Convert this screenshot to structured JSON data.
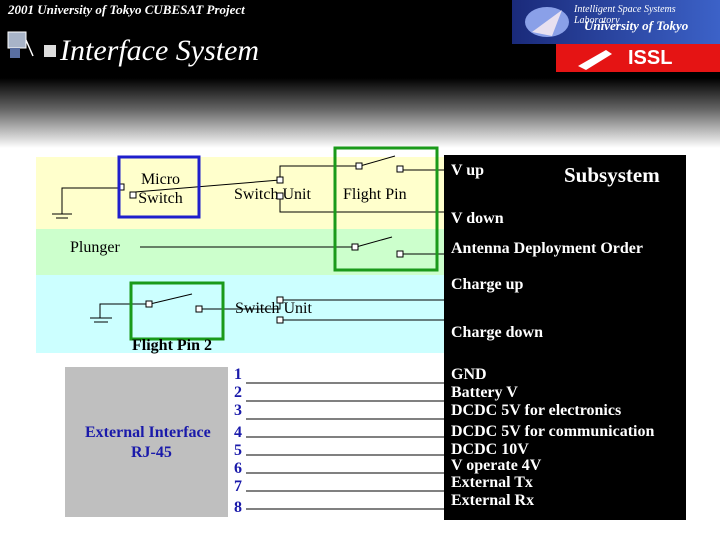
{
  "header": {
    "project": "2001 University of Tokyo CUBESAT Project",
    "title": "Interface System",
    "lab_name": "Intelligent Space Systems Laboratory",
    "university": "University of Tokyo",
    "lab_logo": "ISSL"
  },
  "diagram": {
    "left": {
      "micro_switch": "Micro Switch",
      "switch_unit_1": "Switch Unit",
      "flight_pin": "Flight Pin",
      "plunger": "Plunger",
      "switch_unit_2": "Switch Unit",
      "flight_pin_2": "Flight Pin 2",
      "external_interface": "External Interface",
      "rj45": "RJ-45",
      "pins": [
        "1",
        "2",
        "3",
        "4",
        "5",
        "6",
        "7",
        "8"
      ]
    },
    "right": {
      "subsystem": "Subsystem",
      "v_up": "V up",
      "v_down": "V down",
      "antenna": "Antenna Deployment Order",
      "charge_up": "Charge up",
      "charge_down": "Charge down",
      "signals": [
        "GND",
        "Battery V",
        "DCDC 5V for electronics",
        "DCDC 5V for communication",
        "DCDC 10V",
        "V operate 4V",
        "External Tx",
        "External Rx"
      ]
    },
    "colors": {
      "band_yellow": "#ffffcc",
      "band_green": "#ccffcc",
      "band_cyan": "#ccffff",
      "highlight_blue": "#1f1fcc",
      "highlight_green": "#1a9a1a",
      "connector_gray": "#bfbfbf"
    }
  }
}
